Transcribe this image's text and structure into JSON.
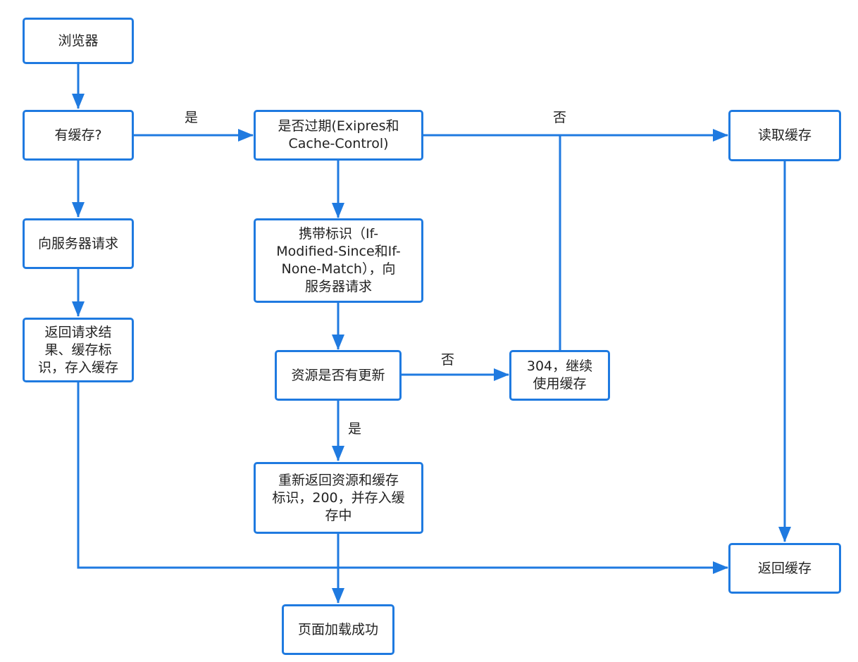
{
  "nodes": {
    "browser": "浏览器",
    "has_cache": "有缓存?",
    "expired": "是否过期(Exipres和\nCache-Control)",
    "read_cache": "读取缓存",
    "request_server": "向服务器请求",
    "carry_id": "携带标识（If-\nModified-Since和If-\nNone-Match），向\n服务器请求",
    "return_result": "返回请求结\n果、缓存标\n识，存入缓存",
    "updated": "资源是否有更新",
    "not_modified": "304，继续\n使用缓存",
    "return_again": "重新返回资源和缓存\n标识，200，并存入缓\n存中",
    "return_cache": "返回缓存",
    "page_loaded": "页面加载成功"
  },
  "labels": {
    "yes_1": "是",
    "no_1": "否",
    "no_2": "否",
    "yes_2": "是"
  },
  "colors": {
    "stroke": "#1f7ae0",
    "text": "#222222"
  }
}
